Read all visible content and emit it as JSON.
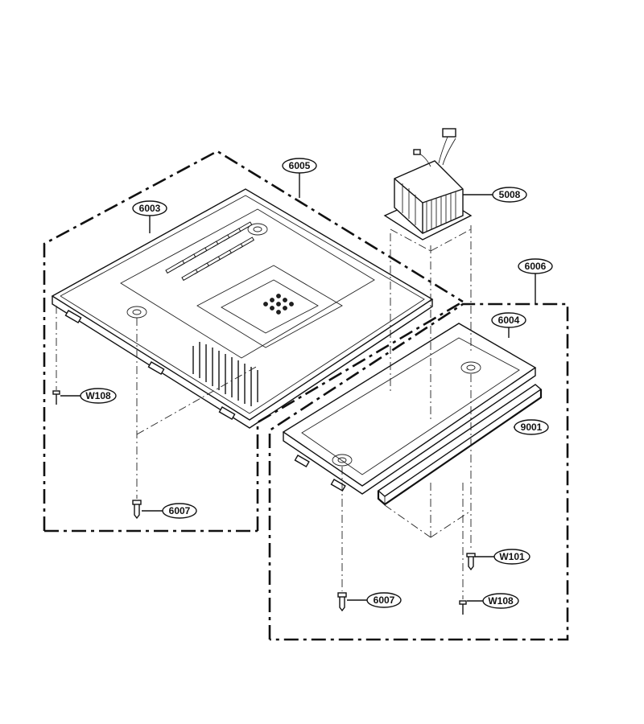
{
  "labels": {
    "l6005": "6005",
    "l6003": "6003",
    "l5008": "5008",
    "l6006": "6006",
    "l6004": "6004",
    "l9001": "9001",
    "lW108a": "W108",
    "l6007a": "6007",
    "lW101": "W101",
    "l6007b": "6007",
    "lW108b": "W108"
  }
}
